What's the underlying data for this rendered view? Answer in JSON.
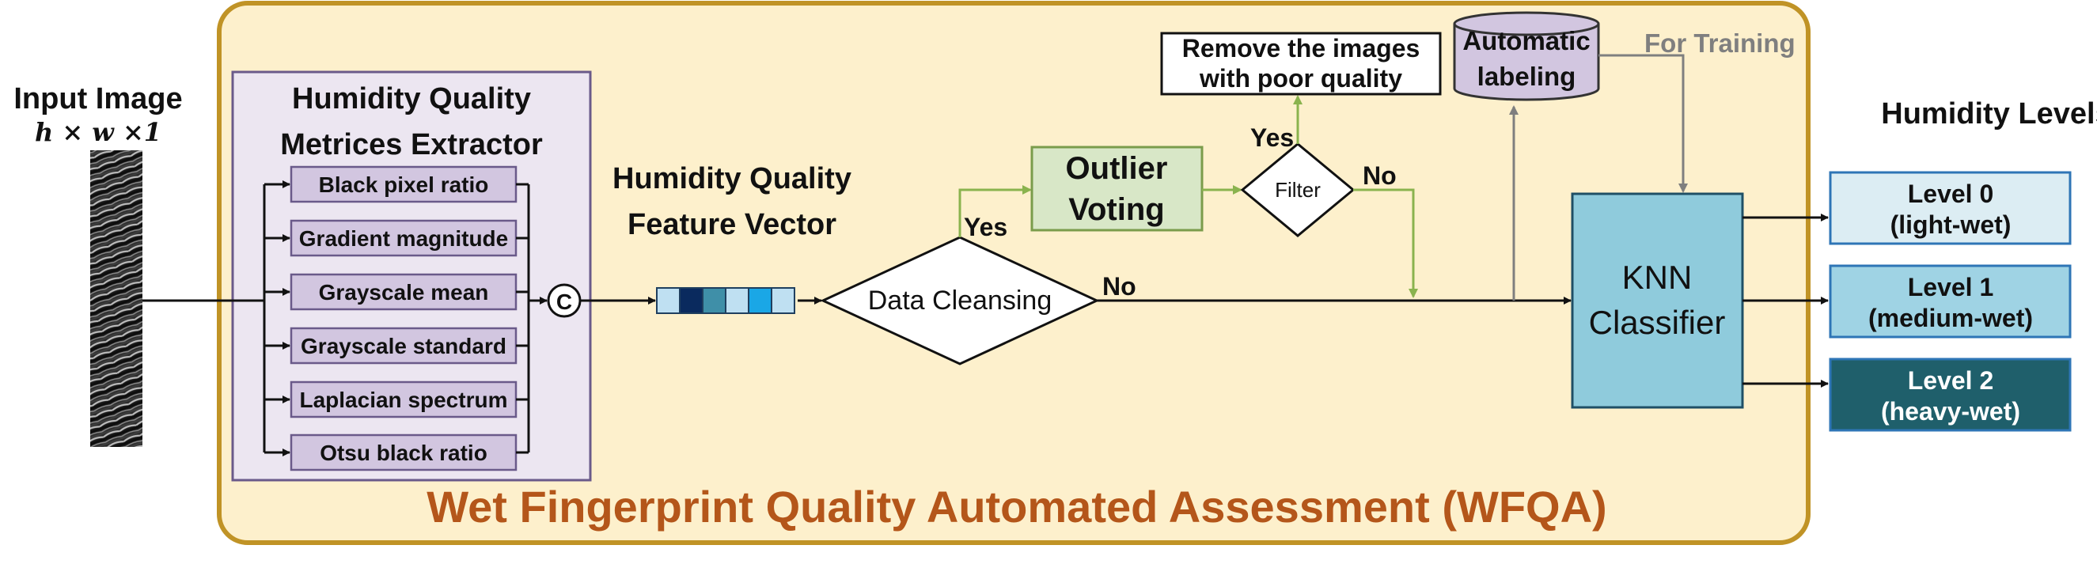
{
  "input": {
    "title": "Input Image",
    "dims": "h × w ×1"
  },
  "extractor": {
    "title_line1": "Humidity Quality",
    "title_line2": "Metrices Extractor",
    "items": [
      "Black pixel ratio",
      "Gradient magnitude",
      "Grayscale mean",
      "Grayscale standard",
      "Laplacian spectrum",
      "Otsu black ratio"
    ],
    "concat_symbol": "C"
  },
  "feature_vector": {
    "label_line1": "Humidity Quality",
    "label_line2": "Feature Vector",
    "cell_colors": [
      "#bfe0f2",
      "#0a2a5e",
      "#3f8fa8",
      "#bfe0f2",
      "#1aa7e6",
      "#bfe0f2"
    ]
  },
  "cleansing": {
    "label": "Data Cleansing",
    "yes": "Yes",
    "no": "No"
  },
  "outlier": {
    "line1": "Outlier",
    "line2": "Voting"
  },
  "filter": {
    "label": "Filter",
    "yes": "Yes",
    "no": "No"
  },
  "remove": {
    "line1": "Remove the images",
    "line2": "with poor quality"
  },
  "labeling": {
    "line1": "Automatic",
    "line2": "labeling",
    "training": "For Training"
  },
  "classifier": {
    "line1": "KNN",
    "line2": "Classifier"
  },
  "levels": {
    "title": "Humidity Levels",
    "items": [
      {
        "name": "Level 0",
        "desc": "(light-wet)",
        "fill": "#dcedf3",
        "text_color": "#111111"
      },
      {
        "name": "Level 1",
        "desc": "(medium-wet)",
        "fill": "#9fd3e4",
        "text_color": "#111111"
      },
      {
        "name": "Level 2",
        "desc": "(heavy-wet)",
        "fill": "#1f5f6b",
        "text_color": "#ffffff"
      }
    ]
  },
  "framework_title": "Wet Fingerprint Quality Automated Assessment (WFQA)",
  "colors": {
    "panel_fill": "#fdf0cc",
    "panel_border": "#c09326",
    "title_color": "#b4561a",
    "extractor_fill": "#ece6f1",
    "extractor_border": "#6a5a8a",
    "item_fill": "#d2c6e0",
    "green_arrow": "#8ab34e",
    "outlier_fill": "#d8e7c7",
    "outlier_border": "#7a9c4b",
    "knn_fill": "#8fcbdc",
    "knn_border": "#1f4f66",
    "db_fill": "#d2c6e0",
    "gray_line": "#7f7f7f"
  }
}
